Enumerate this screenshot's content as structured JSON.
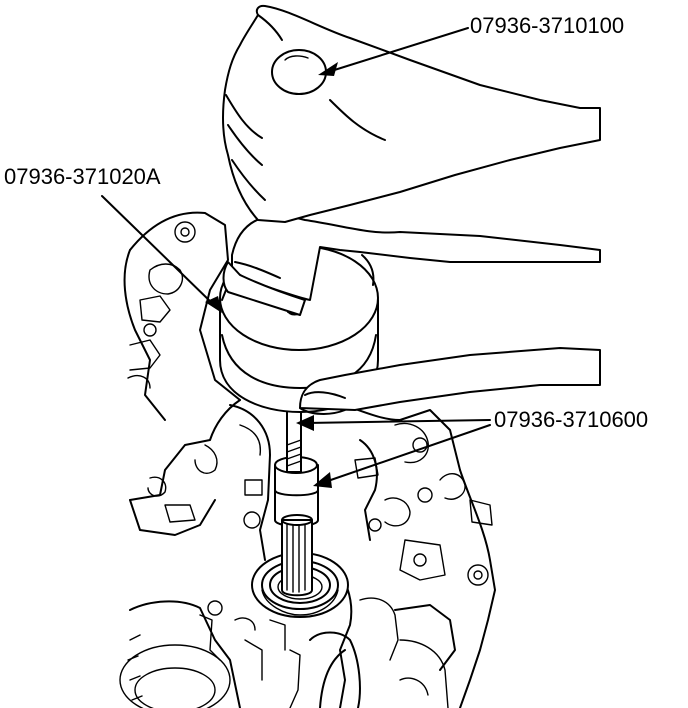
{
  "callouts": {
    "top_right": "07936-3710100",
    "left": "07936-371020A",
    "right": "07936-3710600"
  },
  "icons": [
    "transmission-housing",
    "slide-hammer-weight",
    "remover-shaft",
    "remover-attachment",
    "bearing",
    "hand"
  ],
  "colors": {
    "line": "#000000",
    "background": "#ffffff"
  }
}
